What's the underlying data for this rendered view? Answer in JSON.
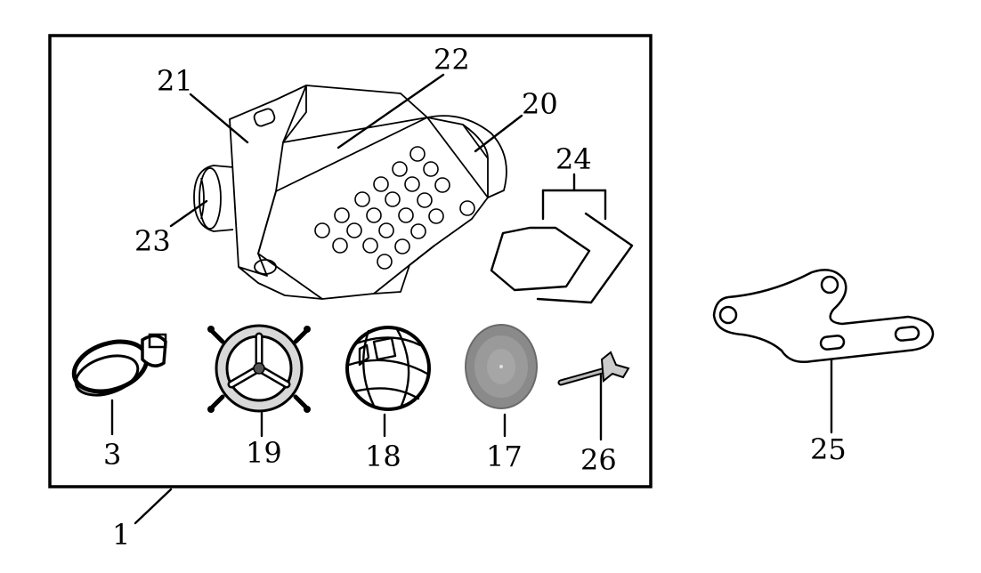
{
  "callouts": {
    "assembly": "1",
    "clamp": "3",
    "foam_filter": "17",
    "filter_cage": "18",
    "filter_holder": "19",
    "cover_right": "20",
    "cover_left": "21",
    "perforated_panel": "22",
    "intake_spigot": "23",
    "wire_gasket": "24",
    "mounting_bracket": "25",
    "wing_bolt": "26"
  }
}
